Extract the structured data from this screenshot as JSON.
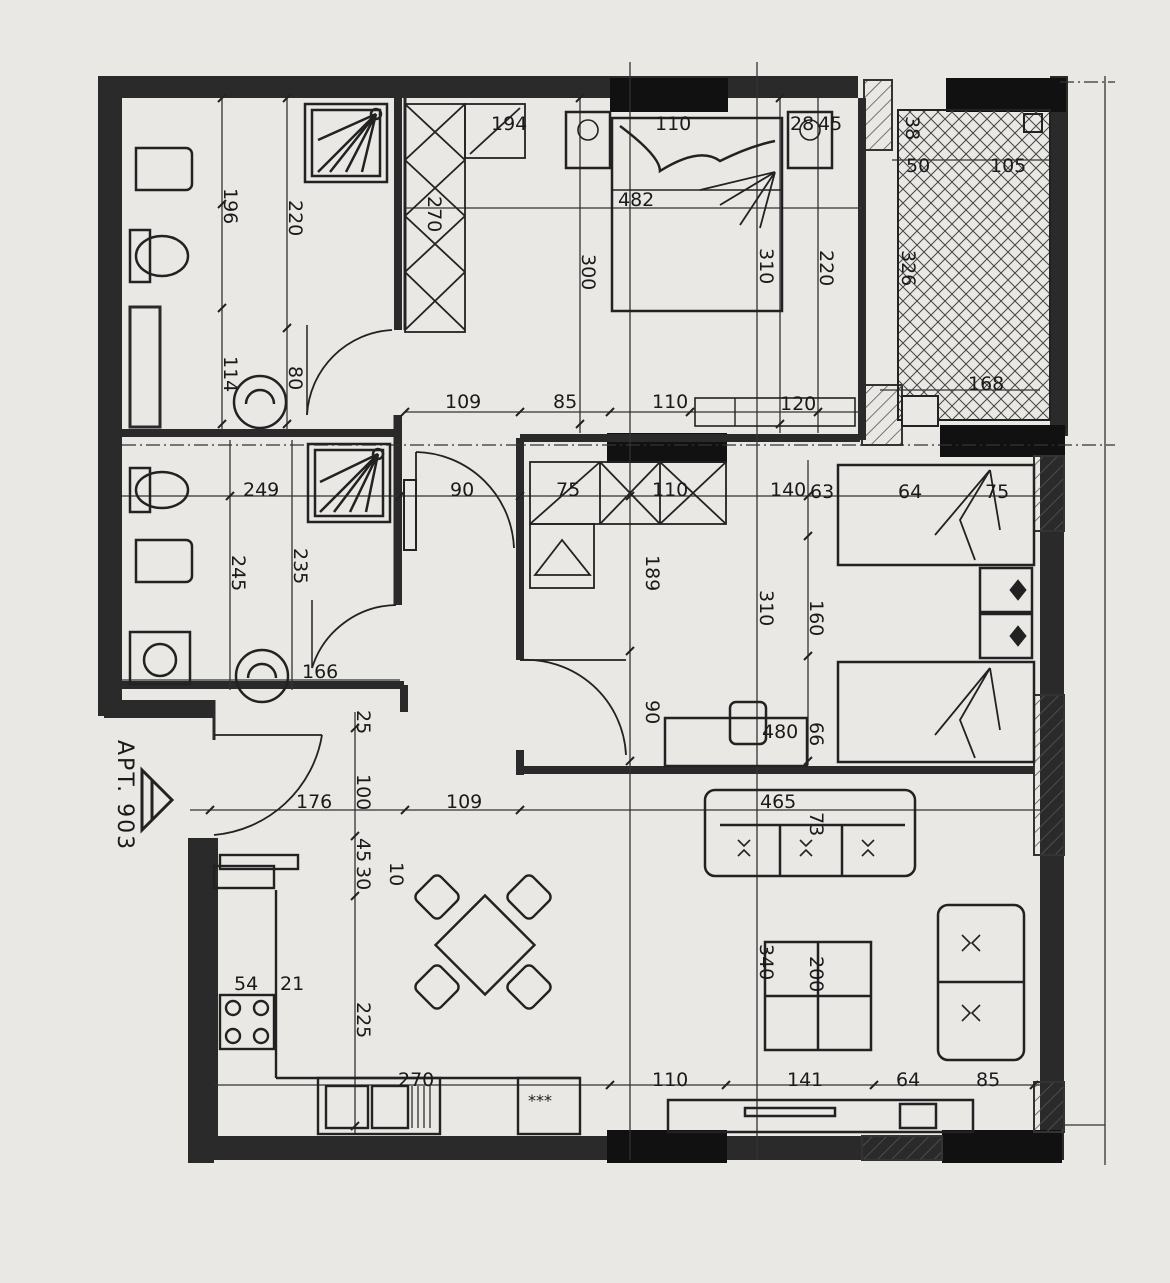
{
  "apartment_label": "APT. 903",
  "dimensions": {
    "bath1_w": "196",
    "bath1_h": "220",
    "bath1_door": "114",
    "bath1_door2": "80",
    "closet1": "194",
    "closet1_h": "270",
    "bed1_w": "110",
    "bed1_n1": "28",
    "bed1_n2": "45",
    "bed1_depth": "482",
    "bed1_h": "300",
    "bed1_h2": "310",
    "bed1_h3": "220",
    "balcony_a": "38",
    "balcony_b": "50",
    "balcony_c": "105",
    "balcony_d": "326",
    "balcony_e": "168",
    "hall_a": "109",
    "hall_b": "85",
    "hall_c": "110",
    "hall_d": "120",
    "bath2_w": "249",
    "bath2_door": "90",
    "bath2_h": "245",
    "bath2_h2": "235",
    "bath2_sink": "166",
    "closet2_a": "75",
    "closet2_b": "110",
    "bed2_a": "140",
    "bed2_b": "63",
    "bed2_c": "64",
    "bed2_d": "75",
    "bed2_h": "189",
    "bed2_h2": "310",
    "bed2_h3": "160",
    "bed2_e": "90",
    "bed2_f": "480",
    "bed2_g": "66",
    "entry_a": "25",
    "entry_b": "176",
    "entry_c": "100",
    "entry_d": "109",
    "entry_e": "45",
    "entry_f": "30",
    "entry_g": "10",
    "living_a": "465",
    "living_b": "73",
    "living_c": "340",
    "living_d": "200",
    "kitchen_a": "54",
    "kitchen_b": "21",
    "kitchen_c": "225",
    "kitchen_d": "270",
    "bottom_a": "110",
    "bottom_b": "141",
    "bottom_c": "64",
    "bottom_d": "85"
  },
  "stove_marks": "***"
}
